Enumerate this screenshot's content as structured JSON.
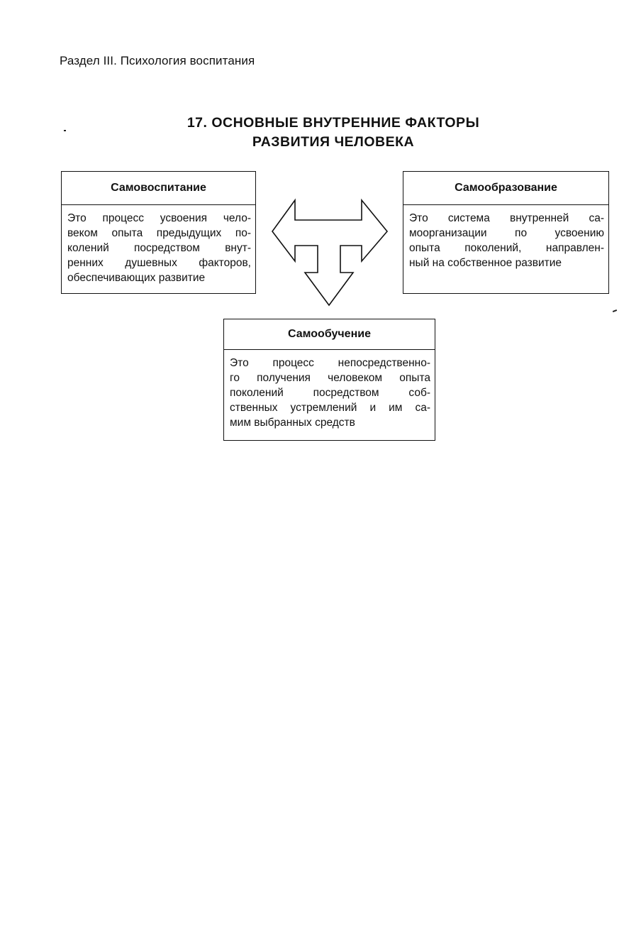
{
  "running_header": "Раздел III. Психология воспитания",
  "title_lines": [
    "17. ОСНОВНЫЕ ВНУТРЕННИЕ ФАКТОРЫ",
    "РАЗВИТИЯ ЧЕЛОВЕКА"
  ],
  "boxes": {
    "left": {
      "heading": "Самовоспитание",
      "lines": [
        "Это процесс усвоения чело-",
        "веком опыта предыдущих по-",
        "колений посредством внут-",
        "ренних душевных факторов,",
        "обеспечивающих развитие"
      ]
    },
    "right": {
      "heading": "Самообразование",
      "lines": [
        "Это система внутренней са-",
        "моорганизации по усвоению",
        "опыта поколений, направлен-",
        "ный на собственное развитие"
      ]
    },
    "bottom": {
      "heading": "Самообучение",
      "lines": [
        "Это процесс непосредственно-",
        "го получения человеком опыта",
        "поколений посредством соб-",
        "ственных устремлений и им са-",
        "мим выбранных средств"
      ]
    }
  }
}
